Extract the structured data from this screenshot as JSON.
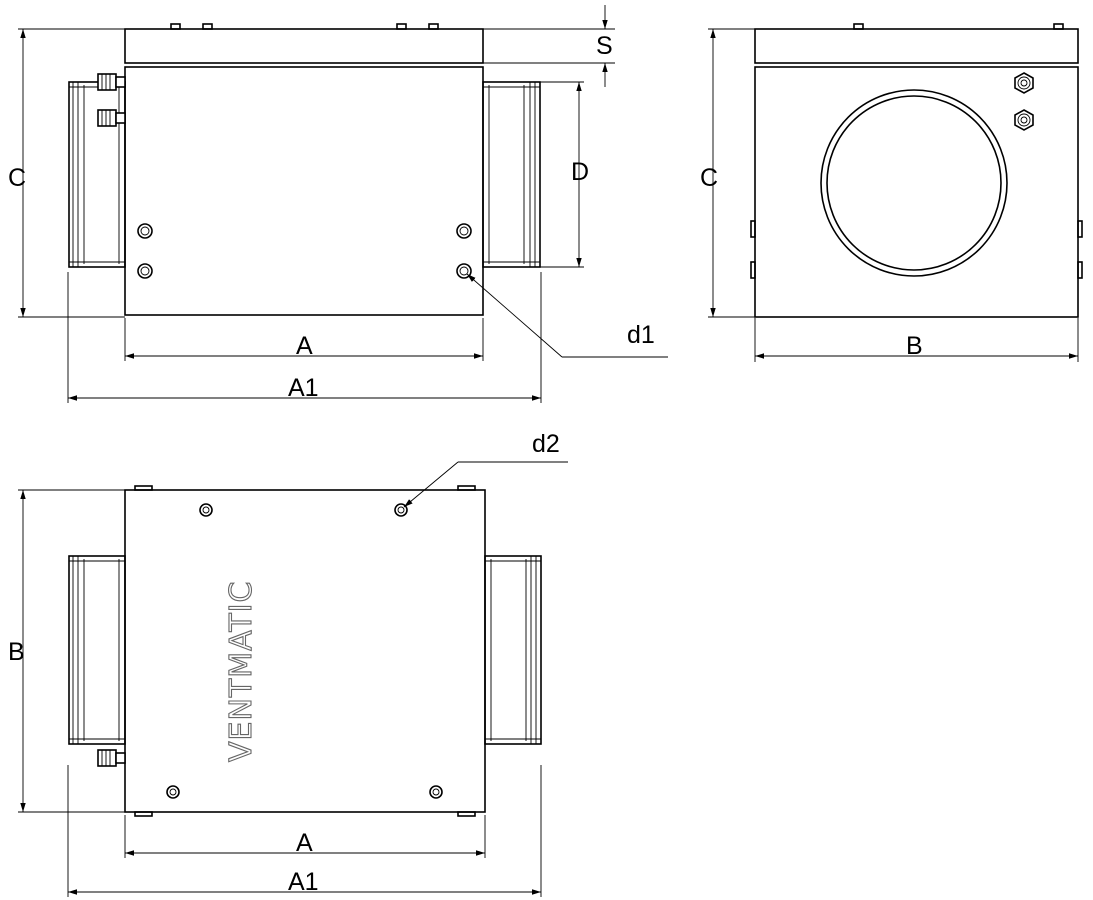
{
  "labels": {
    "front_C": "C",
    "front_S": "S",
    "front_D": "D",
    "front_A": "A",
    "front_A1": "A1",
    "front_d1": "d1",
    "side_C": "C",
    "side_B": "B",
    "top_d2": "d2",
    "top_B": "B",
    "top_A": "A",
    "top_A1": "A1"
  },
  "brand": "VENTMATIC",
  "colors": {
    "line": "#000000",
    "brand_outline": "#666666",
    "background": "#ffffff"
  }
}
